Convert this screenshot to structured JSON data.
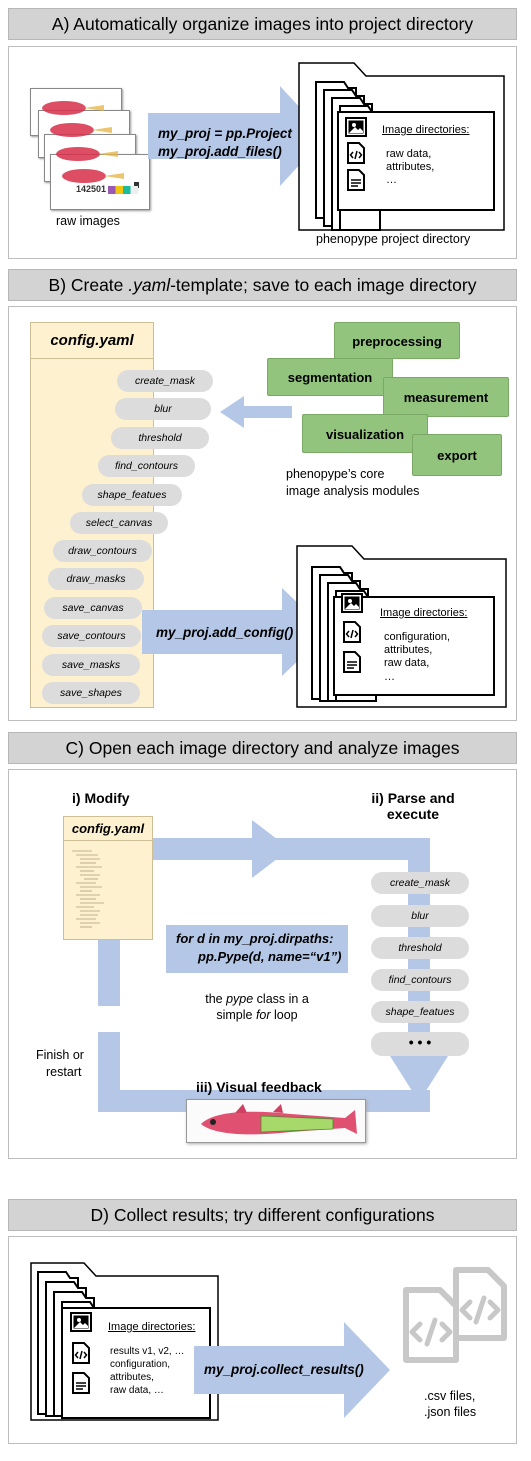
{
  "sections": {
    "a": {
      "title": "A) Automatically organize images into project directory",
      "code_line1": "my_proj = pp.Project",
      "code_line2": "my_proj.add_files()",
      "raw_label": "raw images",
      "specimen_id": "142501",
      "dir_label": "phenopype project directory",
      "dir_heading": "Image directories:",
      "dir_lines": [
        "raw data,",
        "attributes,",
        "…"
      ]
    },
    "b": {
      "title_pre": "B) Create ",
      "title_em": ".yaml",
      "title_post": "-template; save to each image directory",
      "yaml_title": "config.yaml",
      "functions": [
        "create_mask",
        "blur",
        "threshold",
        "find_contours",
        "shape_featues",
        "select_canvas",
        "draw_contours",
        "draw_masks",
        "save_canvas",
        "save_contours",
        "save_masks",
        "save_shapes"
      ],
      "modules": [
        "preprocessing",
        "segmentation",
        "measurement",
        "visualization",
        "export"
      ],
      "modules_caption_1": "phenopype’s core",
      "modules_caption_2": "image analysis modules",
      "code": "my_proj.add_config()",
      "dir_heading": "Image directories:",
      "dir_lines": [
        "configuration,",
        "attributes,",
        "raw data,",
        "…"
      ]
    },
    "c": {
      "title": "C) Open each image directory and analyze images",
      "step1": "i) Modify",
      "step2_line1": "ii) Parse and",
      "step2_line2": "execute",
      "step3": "iii) Visual feedback",
      "yaml_title": "config.yaml",
      "functions": [
        "create_mask",
        "blur",
        "threshold",
        "find_contours",
        "shape_featues"
      ],
      "more": "• • •",
      "code_line1": "for d in my_proj.dirpaths:",
      "code_line2": "pp.Pype(d, name=“v1”)",
      "caption_pre": "the ",
      "caption_em1": "pype",
      "caption_mid": " class in a",
      "caption_pre2": "simple ",
      "caption_em2": "for",
      "caption_post2": " loop",
      "finish_1": "Finish or",
      "finish_2": "restart"
    },
    "d": {
      "title": "D) Collect results; try different configurations",
      "code": "my_proj.collect_results()",
      "dir_heading": "Image directories:",
      "dir_lines": [
        "results v1, v2, …",
        "configuration,",
        "attributes,",
        "raw data, …"
      ],
      "files_1": ".csv files,",
      "files_2": ".json files"
    }
  },
  "colors": {
    "arrow": "#b4c7e7",
    "module_green": "#93c47d",
    "yaml_bg": "#fdf1cf",
    "header_bg": "#d3d3d3",
    "pill_bg": "#dcdcdc",
    "file_icon": "#c8c8c8"
  },
  "icons": [
    "image-icon",
    "code-file-icon",
    "document-icon",
    "folder-icon",
    "json-file-icon"
  ]
}
